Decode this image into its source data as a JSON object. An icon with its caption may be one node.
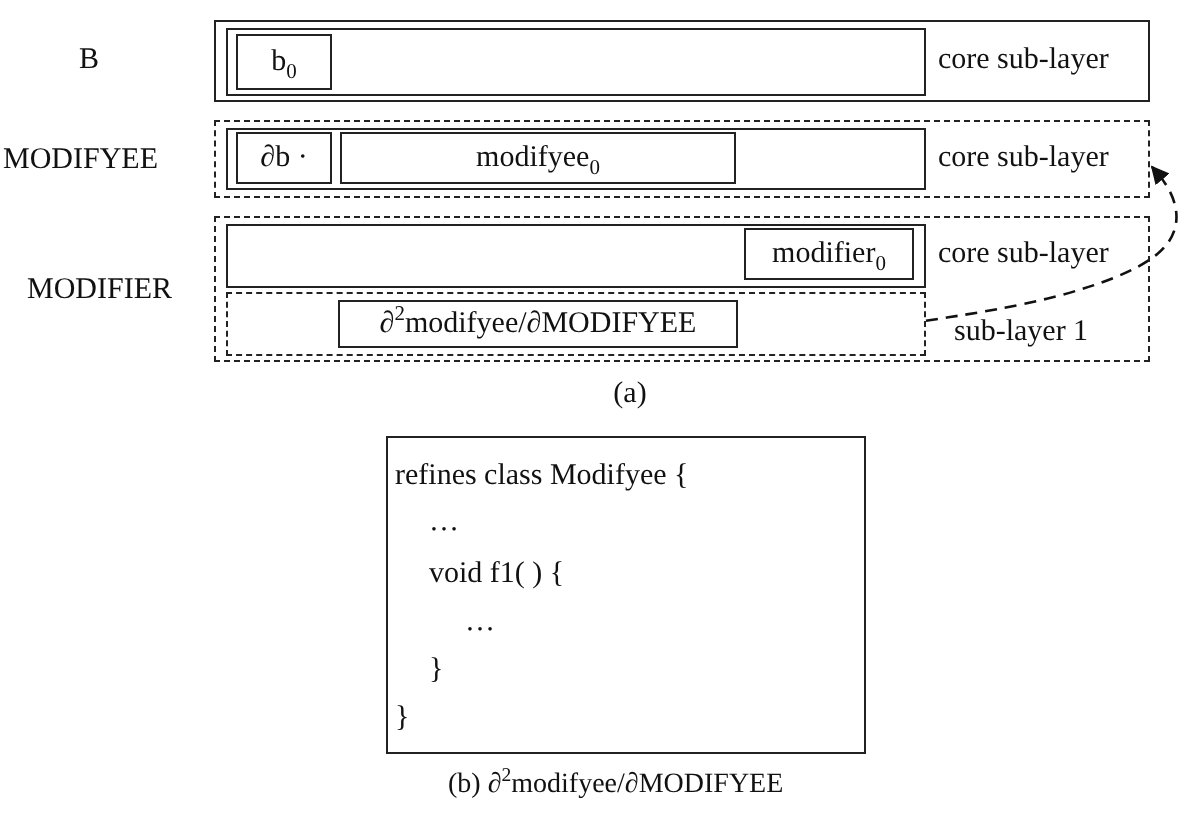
{
  "diagram": {
    "caption": "(b) ∂$^{2}$modifyee/∂MODIFYEE",
    "nodes": [
      {
        "text": [
          "B"
        ]
      },
      {
        "text": [
          "core sub-layer"
        ],
        "in": 0
      },
      {
        "text": [
          "b$_{0}$"
        ],
        "in": 1
      },
      {
        "text": [
          "MODIFYEE"
        ]
      },
      {
        "text": [
          "core sub-layer"
        ],
        "in": 3
      },
      {
        "text": [
          "∂b ·"
        ],
        "in": 4
      },
      {
        "text": [
          "modifyee$_{0}$"
        ],
        "in": 4
      },
      {
        "text": [
          "MODIFIER"
        ]
      },
      {
        "text": [
          "core sub-layer"
        ],
        "in": 7
      },
      {
        "text": [
          "modifier$_{0}$"
        ],
        "in": 8
      },
      {
        "text": [
          "sub-layer 1"
        ],
        "in": 7
      },
      {
        "text": [
          "∂$^{2}$modifyee/∂MODIFYEE"
        ],
        "in": 10
      },
      {
        "text": [
          "refines class Modifyee {",
          "…",
          "void f1( ) {",
          "…",
          "}",
          "}"
        ]
      }
    ],
    "edges": [
      {
        "from": 10,
        "to": 3,
        "arrow": "to",
        "style": "dashed"
      }
    ],
    "labels": [
      "(a)"
    ]
  }
}
